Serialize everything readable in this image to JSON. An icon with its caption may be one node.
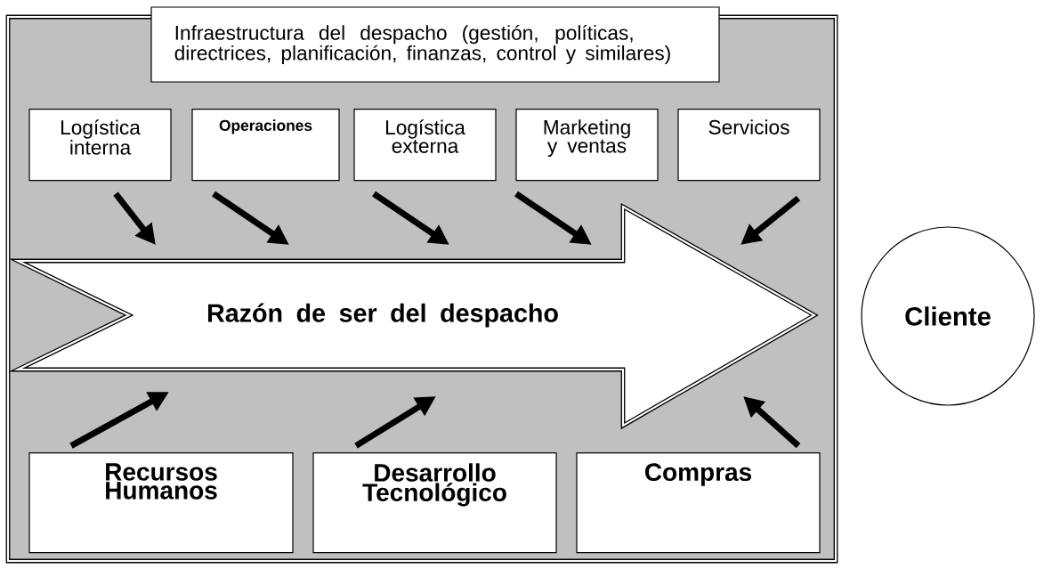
{
  "diagram": {
    "nodes": [
      {
        "text": [
          "Infraestructura del despacho (gestión, políticas, directrices, planificación, finanzas, control y similares)"
        ]
      },
      {
        "text": [
          "Logística interna"
        ]
      },
      {
        "text": [
          "Operaciones"
        ]
      },
      {
        "text": [
          "Logística externa"
        ]
      },
      {
        "text": [
          "Marketing y ventas"
        ]
      },
      {
        "text": [
          "Servicios"
        ]
      },
      {
        "text": [
          "Razón de ser del despacho"
        ]
      },
      {
        "text": [
          "Recursos Humanos"
        ]
      },
      {
        "text": [
          "Desarrollo Tecnológico"
        ]
      },
      {
        "text": [
          "Compras"
        ]
      },
      {
        "text": [
          "Cliente"
        ]
      }
    ],
    "edges": [
      {
        "from": 1,
        "to": 6,
        "arrow": "to"
      },
      {
        "from": 2,
        "to": 6,
        "arrow": "to"
      },
      {
        "from": 3,
        "to": 6,
        "arrow": "to"
      },
      {
        "from": 4,
        "to": 6,
        "arrow": "to"
      },
      {
        "from": 5,
        "to": 6,
        "arrow": "to"
      },
      {
        "from": 7,
        "to": 6,
        "arrow": "to"
      },
      {
        "from": 8,
        "to": 6,
        "arrow": "to"
      },
      {
        "from": 9,
        "to": 6,
        "arrow": "to"
      }
    ]
  }
}
